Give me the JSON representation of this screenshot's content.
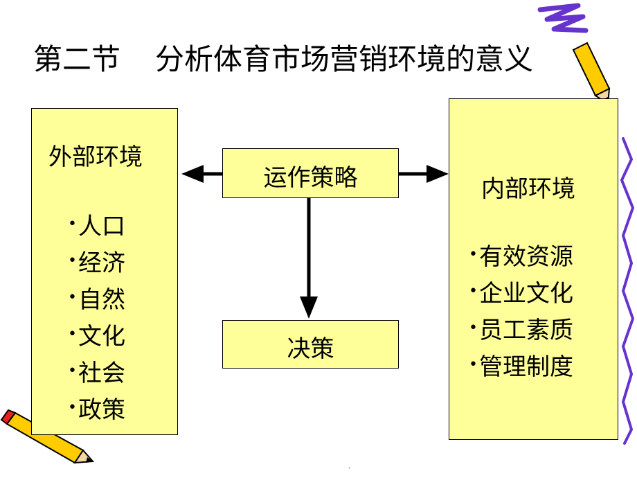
{
  "title": {
    "section": "第二节",
    "main": "分析体育市场营销环境的意义"
  },
  "external": {
    "heading": "外部环境",
    "items": [
      "人口",
      "经济",
      "自然",
      "文化",
      "社会",
      "政策"
    ]
  },
  "internal": {
    "heading": "内部环境",
    "items": [
      "有效资源",
      "企业文化",
      "员工素质",
      "管理制度"
    ]
  },
  "center": {
    "strategy": "运作策略",
    "decision": "决策"
  },
  "bullet": "•",
  "colors": {
    "box_fill": "#FFFF99",
    "pencil_body": "#FFCC00",
    "pencil_tip": "#E82020",
    "scribble": "#6633CC"
  },
  "footer": {
    "page_marker": "."
  }
}
